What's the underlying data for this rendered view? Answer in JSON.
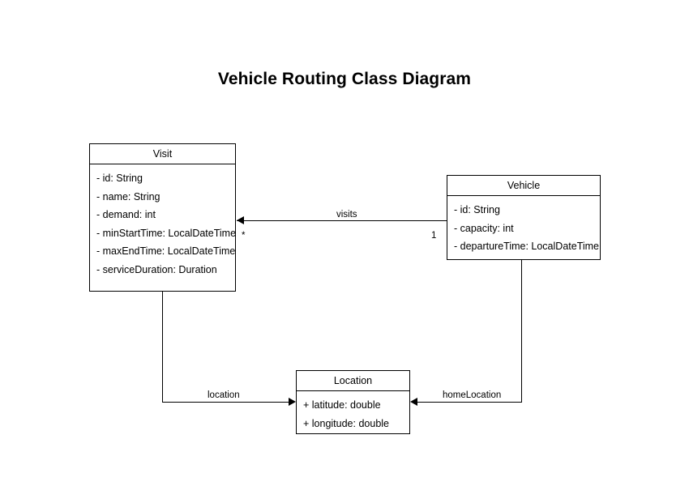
{
  "diagram": {
    "title": "Vehicle Routing Class Diagram",
    "background_color": "#ffffff",
    "line_color": "#000000",
    "text_color": "#000000",
    "classes": [
      {
        "name": "Visit",
        "attributes": [
          "- id: String",
          "- name: String",
          "- demand: int",
          "- minStartTime: LocalDateTime",
          "- maxEndTime: LocalDateTime",
          "- serviceDuration: Duration"
        ]
      },
      {
        "name": "Vehicle",
        "attributes": [
          "- id: String",
          "- capacity: int",
          "- departureTime: LocalDateTime"
        ]
      },
      {
        "name": "Location",
        "attributes": [
          "+ latitude: double",
          "+ longitude: double"
        ]
      }
    ],
    "relations": [
      {
        "label": "visits",
        "source": "Vehicle",
        "target": "Visit",
        "source_multiplicity": "1",
        "target_multiplicity": "*"
      },
      {
        "label": "location",
        "source": "Visit",
        "target": "Location",
        "source_multiplicity": "",
        "target_multiplicity": ""
      },
      {
        "label": "homeLocation",
        "source": "Vehicle",
        "target": "Location",
        "source_multiplicity": "",
        "target_multiplicity": ""
      }
    ]
  }
}
